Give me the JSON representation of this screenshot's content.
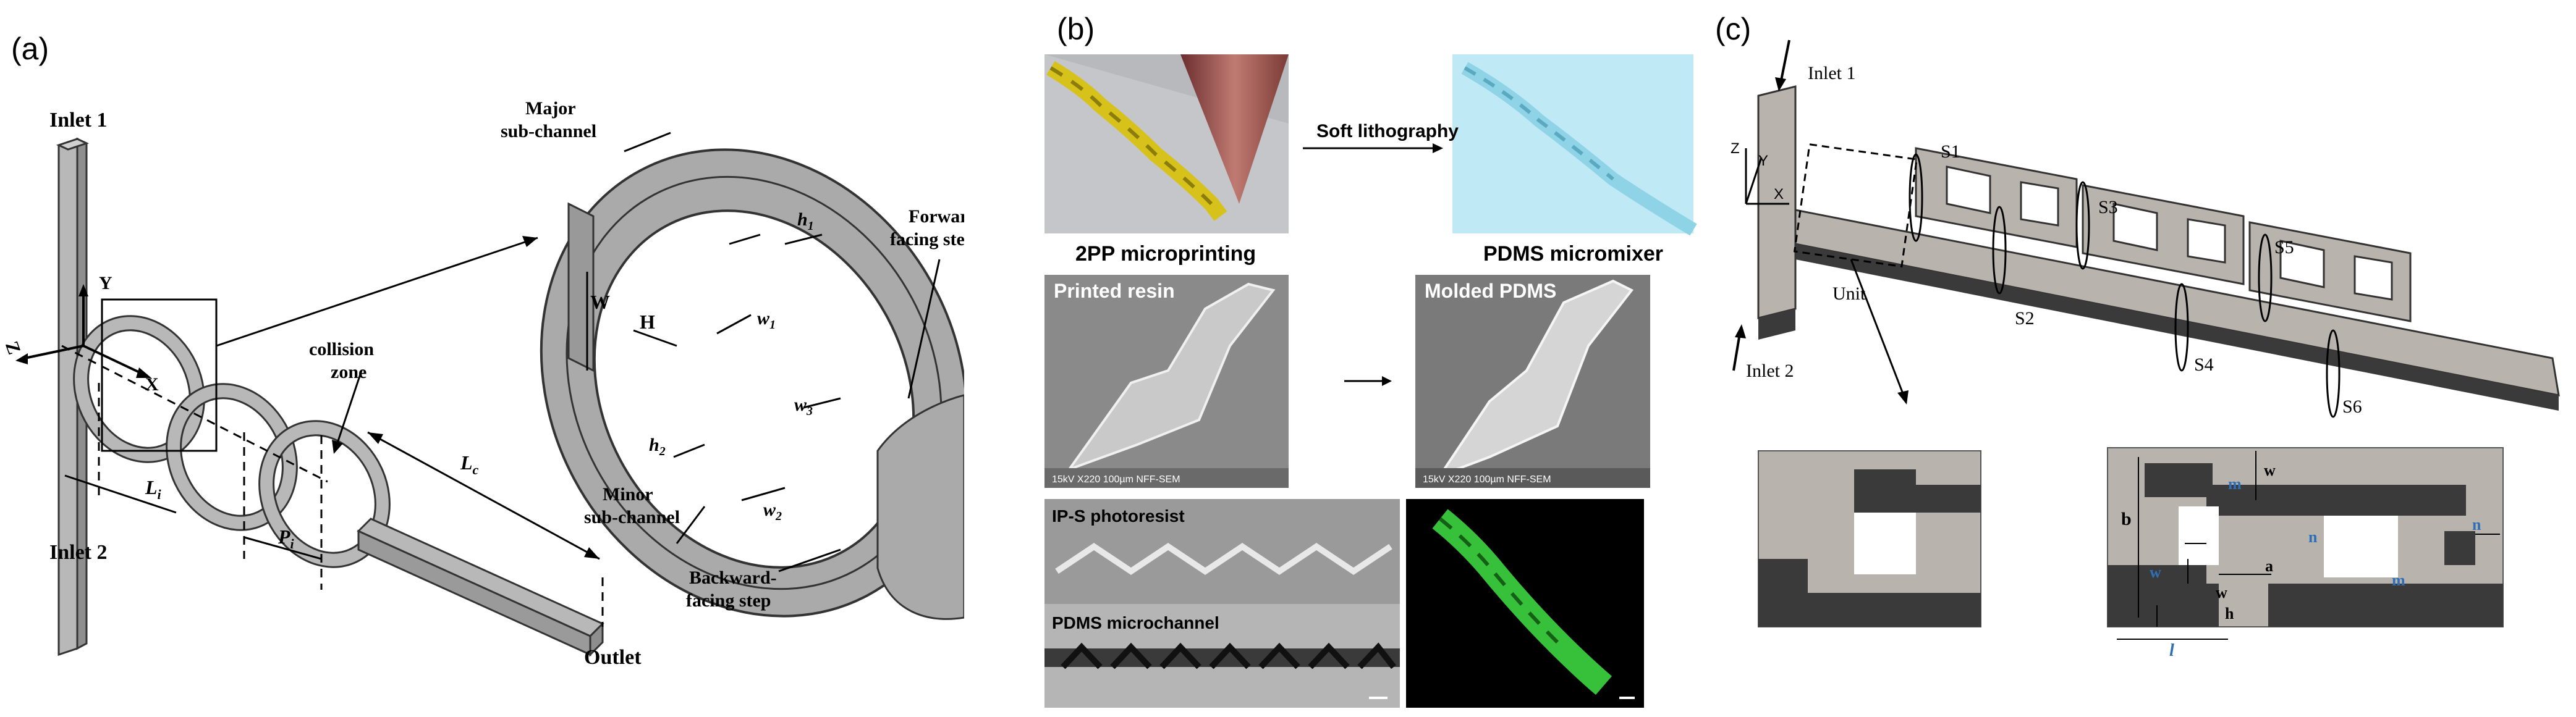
{
  "panel_a": {
    "label": "(a)",
    "inlet1": "Inlet 1",
    "inlet2": "Inlet 2",
    "outlet": "Outlet",
    "axis_y": "Y",
    "axis_x": "X",
    "axis_z": "Z",
    "li": "L",
    "li_sub": "i",
    "pi": "P",
    "pi_sub": "i",
    "lc": "L",
    "lc_sub": "c",
    "collision_1": "collision",
    "collision_2": "zone",
    "major_1": "Major",
    "major_2": "sub-channel",
    "minor_1": "Minor",
    "minor_2": "sub-channel",
    "forward_1": "Forward-",
    "forward_2": "facing step",
    "backward_1": "Backward-",
    "backward_2": "facing step",
    "w_label": "W",
    "h_label": "H",
    "h1": "h",
    "h1_sub": "1",
    "h2": "h",
    "h2_sub": "2",
    "w1": "w",
    "w1_sub": "1",
    "w2": "w",
    "w2_sub": "2",
    "w3": "w",
    "w3_sub": "3"
  },
  "panel_b": {
    "label": "(b)",
    "soft_litho": "Soft lithography",
    "cap_2pp": "2PP microprinting",
    "cap_pdms": "PDMS micromixer",
    "printed_resin": "Printed resin",
    "molded_pdms": "Molded PDMS",
    "sem_left": "15kV    X220    100µm          NFF-SEM",
    "sem_right": "15kV    X220    100µm          NFF-SEM",
    "ips": "IP-S photoresist",
    "pdms_channel": "PDMS microchannel"
  },
  "panel_c": {
    "label": "(c)",
    "inlet1": "Inlet 1",
    "inlet2": "Inlet 2",
    "axis_z": "Z",
    "axis_y": "Y",
    "axis_x": "X",
    "unit": "Unit",
    "s1": "S1",
    "s2": "S2",
    "s3": "S3",
    "s4": "S4",
    "s5": "S5",
    "s6": "S6",
    "dim_m_top": "m",
    "dim_w_top": "w",
    "dim_b": "b",
    "dim_n_mid": "n",
    "dim_n_right": "n",
    "dim_w_left": "w",
    "dim_w_mid": "w",
    "dim_a": "a",
    "dim_m_right": "m",
    "dim_h": "h",
    "dim_l": "l"
  }
}
